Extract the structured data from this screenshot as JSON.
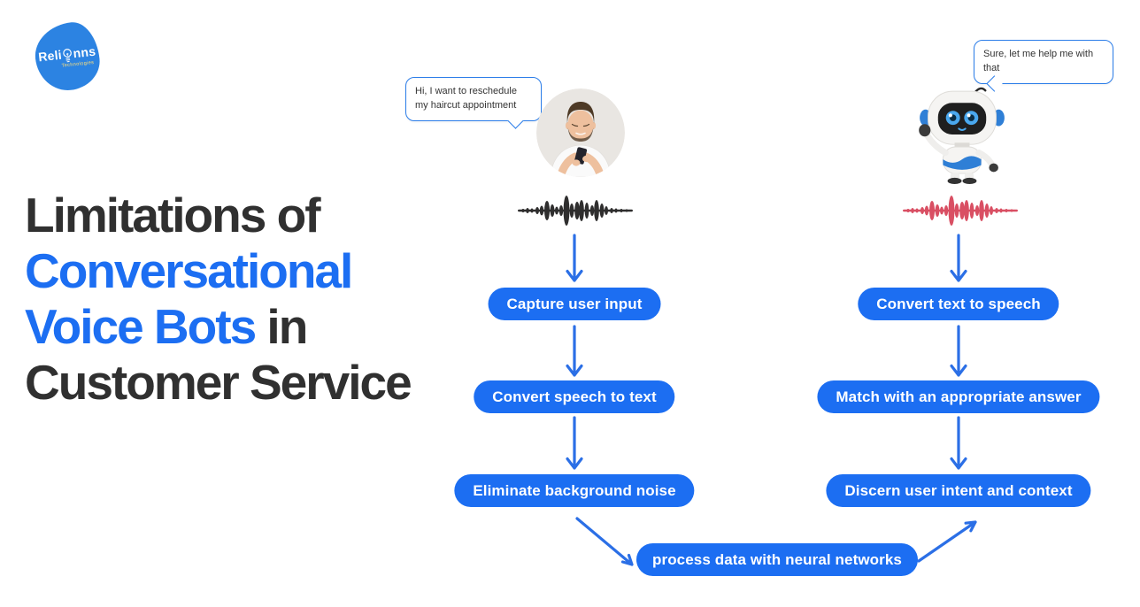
{
  "logo": {
    "brand_prefix": "Reli",
    "brand_suffix": "nns",
    "subtitle": "Technologies",
    "icon": "lightbulb-icon",
    "blob_color": "#2c83e2"
  },
  "title": {
    "line1": "Limitations of",
    "line2": "Conversational",
    "line3_blue": "Voice Bots",
    "line3_dark": " in",
    "line4": "Customer Service",
    "dark_color": "#303030",
    "blue_color": "#1c6ef2"
  },
  "user_column": {
    "speech_bubble": "Hi, I want to reschedule my haircut appointment",
    "avatar_icon": "customer-photo",
    "waveform_icon": "voice-waveform",
    "waveform_color": "#2f2e2e",
    "steps": [
      "Capture user input",
      "Convert speech to text",
      "Eliminate background noise"
    ]
  },
  "bot_column": {
    "speech_bubble": "Sure, let me help me with that",
    "avatar_icon": "robot-illustration",
    "waveform_icon": "voice-waveform",
    "waveform_color": "#d94f63",
    "steps": [
      "Convert text to speech",
      "Match with an appropriate answer",
      "Discern user intent and context"
    ]
  },
  "shared_step": {
    "label": "process data with neural networks"
  },
  "colors": {
    "pill_blue": "#1c6ef2",
    "arrow_blue": "#2b6fe6",
    "bubble_border": "#2b7de9",
    "background": "#ffffff"
  }
}
